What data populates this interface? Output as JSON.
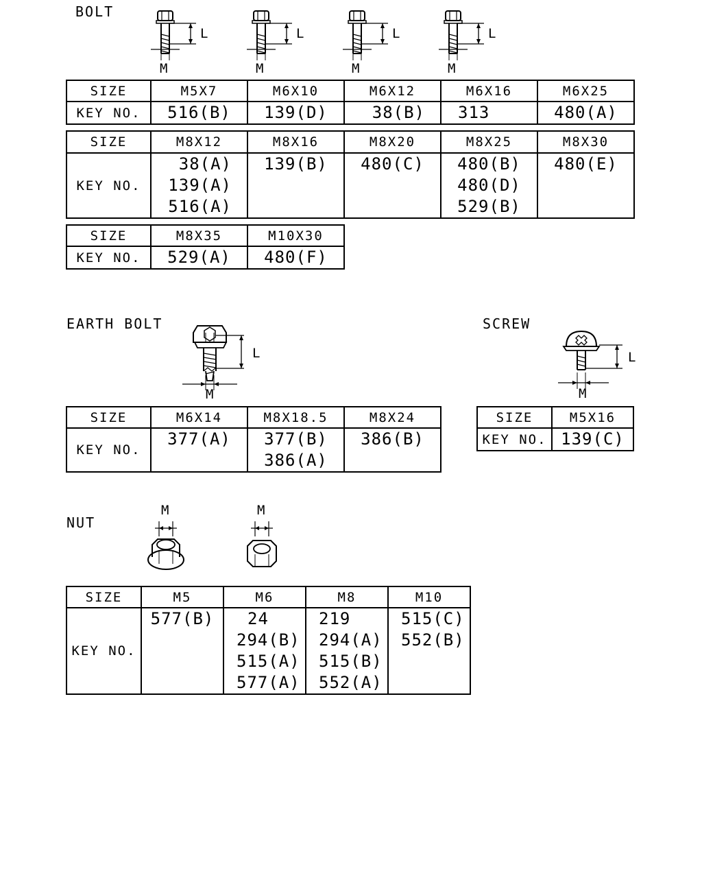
{
  "bolt": {
    "title": "BOLT",
    "dim_l": "L",
    "dim_m": "M",
    "table1": {
      "size_label": "SIZE",
      "key_label": "KEY NO.",
      "sizes": [
        "M5X7",
        "M6X10",
        "M6X12",
        "M6X16",
        "M6X25"
      ],
      "keys": [
        "516(B)",
        "139(D)",
        "38(B)",
        "313",
        "480(A)"
      ]
    },
    "table2": {
      "size_label": "SIZE",
      "key_label": "KEY NO.",
      "sizes": [
        "M8X12",
        "M8X16",
        "M8X20",
        "M8X25",
        "M8X30"
      ],
      "keys": [
        [
          "38(A)",
          "139(A)",
          "516(A)"
        ],
        [
          "139(B)"
        ],
        [
          "480(C)"
        ],
        [
          "480(B)",
          "480(D)",
          "529(B)"
        ],
        [
          "480(E)"
        ]
      ]
    },
    "table3": {
      "size_label": "SIZE",
      "key_label": "KEY NO.",
      "sizes": [
        "M8X35",
        "M10X30"
      ],
      "keys": [
        "529(A)",
        "480(F)"
      ]
    }
  },
  "earth_bolt": {
    "title": "EARTH BOLT",
    "dim_l": "L",
    "dim_m": "M",
    "table": {
      "size_label": "SIZE",
      "key_label": "KEY NO.",
      "sizes": [
        "M6X14",
        "M8X18.5",
        "M8X24"
      ],
      "keys": [
        [
          "377(A)"
        ],
        [
          "377(B)",
          "386(A)"
        ],
        [
          "386(B)"
        ]
      ]
    }
  },
  "screw": {
    "title": "SCREW",
    "dim_l": "L",
    "dim_m": "M",
    "table": {
      "size_label": "SIZE",
      "key_label": "KEY NO.",
      "sizes": [
        "M5X16"
      ],
      "keys": [
        "139(C)"
      ]
    }
  },
  "nut": {
    "title": "NUT",
    "dim_m": "M",
    "table": {
      "size_label": "SIZE",
      "key_label": "KEY NO.",
      "sizes": [
        "M5",
        "M6",
        "M8",
        "M10"
      ],
      "keys": [
        [
          "577(B)"
        ],
        [
          "24",
          "294(B)",
          "515(A)",
          "577(A)"
        ],
        [
          "219",
          "294(A)",
          "515(B)",
          "552(A)"
        ],
        [
          "515(C)",
          "552(B)"
        ]
      ]
    }
  }
}
